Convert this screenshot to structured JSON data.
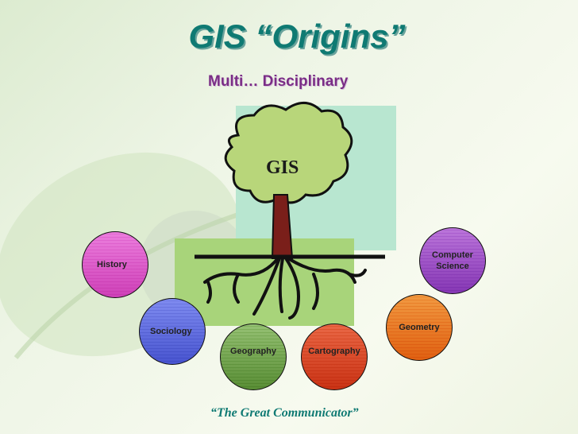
{
  "slide": {
    "title": "GIS “Origins”",
    "subtitle": "Multi… Disciplinary",
    "tree_label": "GIS",
    "footer": "“The Great Communicator”"
  },
  "disciplines": {
    "history": "History",
    "sociology": "Sociology",
    "geography": "Geography",
    "cartography": "Cartography",
    "geometry": "Geometry",
    "computer_science": "Computer Science"
  },
  "colors": {
    "title": "#0f7a73",
    "subtitle": "#7a2d86",
    "tree_canopy": "#b8d67a",
    "tree_back_square": "#b8e6d0",
    "ground_square": "#a8d47a"
  }
}
